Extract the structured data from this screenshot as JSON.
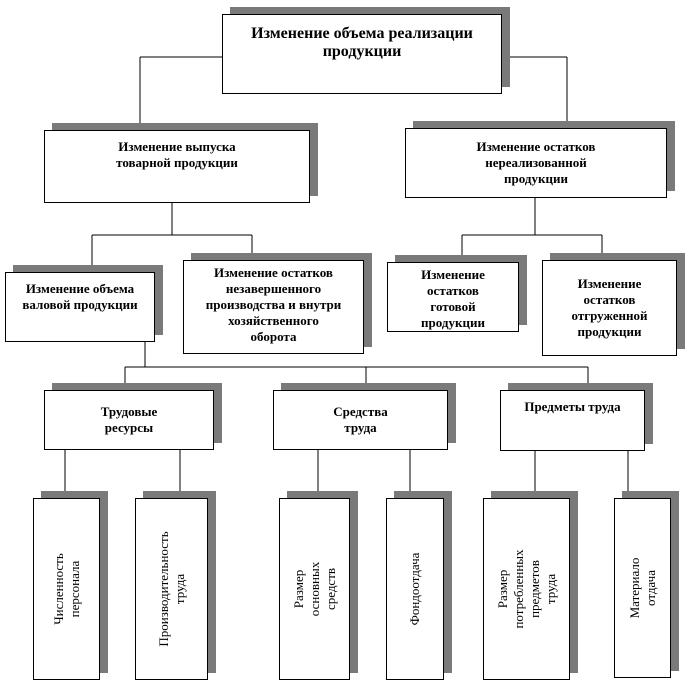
{
  "root": {
    "label": "Изменение объема реализации\nпродукции"
  },
  "level1": {
    "output": "Изменение выпуска\nтоварной продукции",
    "stock": "Изменение остатков\nнереализованной\nпродукции"
  },
  "level2": {
    "gross": "Изменение объема\nваловой продукции",
    "wip": "Изменение остатков\nнезавершенного\nпроизводства и внутри\nхозяйственного\nоборота",
    "finished": "Изменение\nостатков\nготовой\nпродукции",
    "shipped": "Изменение\nостатков\nотгруженной\nпродукции"
  },
  "level3": {
    "labor": "Трудовые\nресурсы",
    "means": "Средства\nтруда",
    "objects": "Предметы труда"
  },
  "level4": {
    "headcount": "Численность\nперсонала",
    "productivity": "Производительность\nтруда",
    "fixed_assets": "Размер основных\nсредств",
    "capital_productivity": "Фондоотдача",
    "materials_consumed": "Размер потребленных\nпредметов труда",
    "material_return": "Материало\nотдача"
  }
}
